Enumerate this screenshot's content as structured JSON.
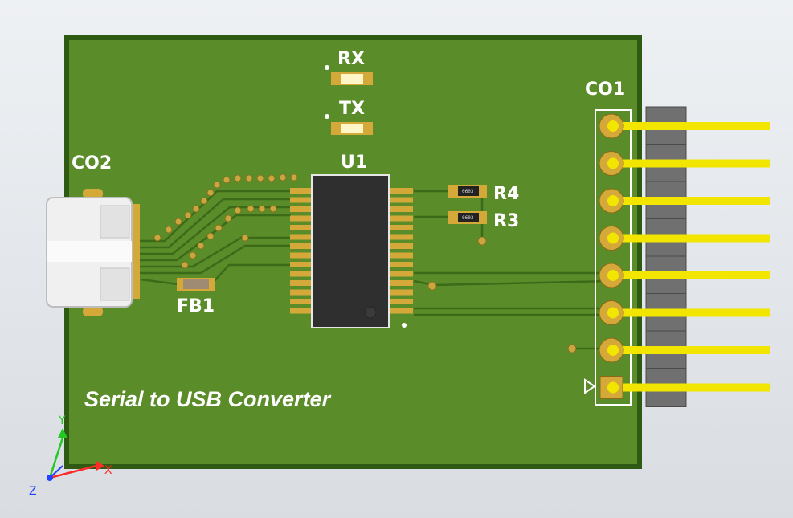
{
  "board": {
    "title": "Serial to USB Converter",
    "colors": {
      "board": "#5b8c2a",
      "board_edge": "#2f5a14",
      "trace": "#3f6d1c",
      "pad": "#d4a93a",
      "pin": "#f2e600",
      "header": "#6d6d6d"
    }
  },
  "labels": {
    "rx": "RX",
    "tx": "TX",
    "u1": "U1",
    "r4": "R4",
    "r3": "R3",
    "co1": "CO1",
    "co2": "CO2",
    "fb1": "FB1"
  },
  "resistor_codes": {
    "r4": "0603",
    "r3": "0603"
  },
  "axes": {
    "x": "X",
    "y": "Y",
    "z": "Z"
  }
}
